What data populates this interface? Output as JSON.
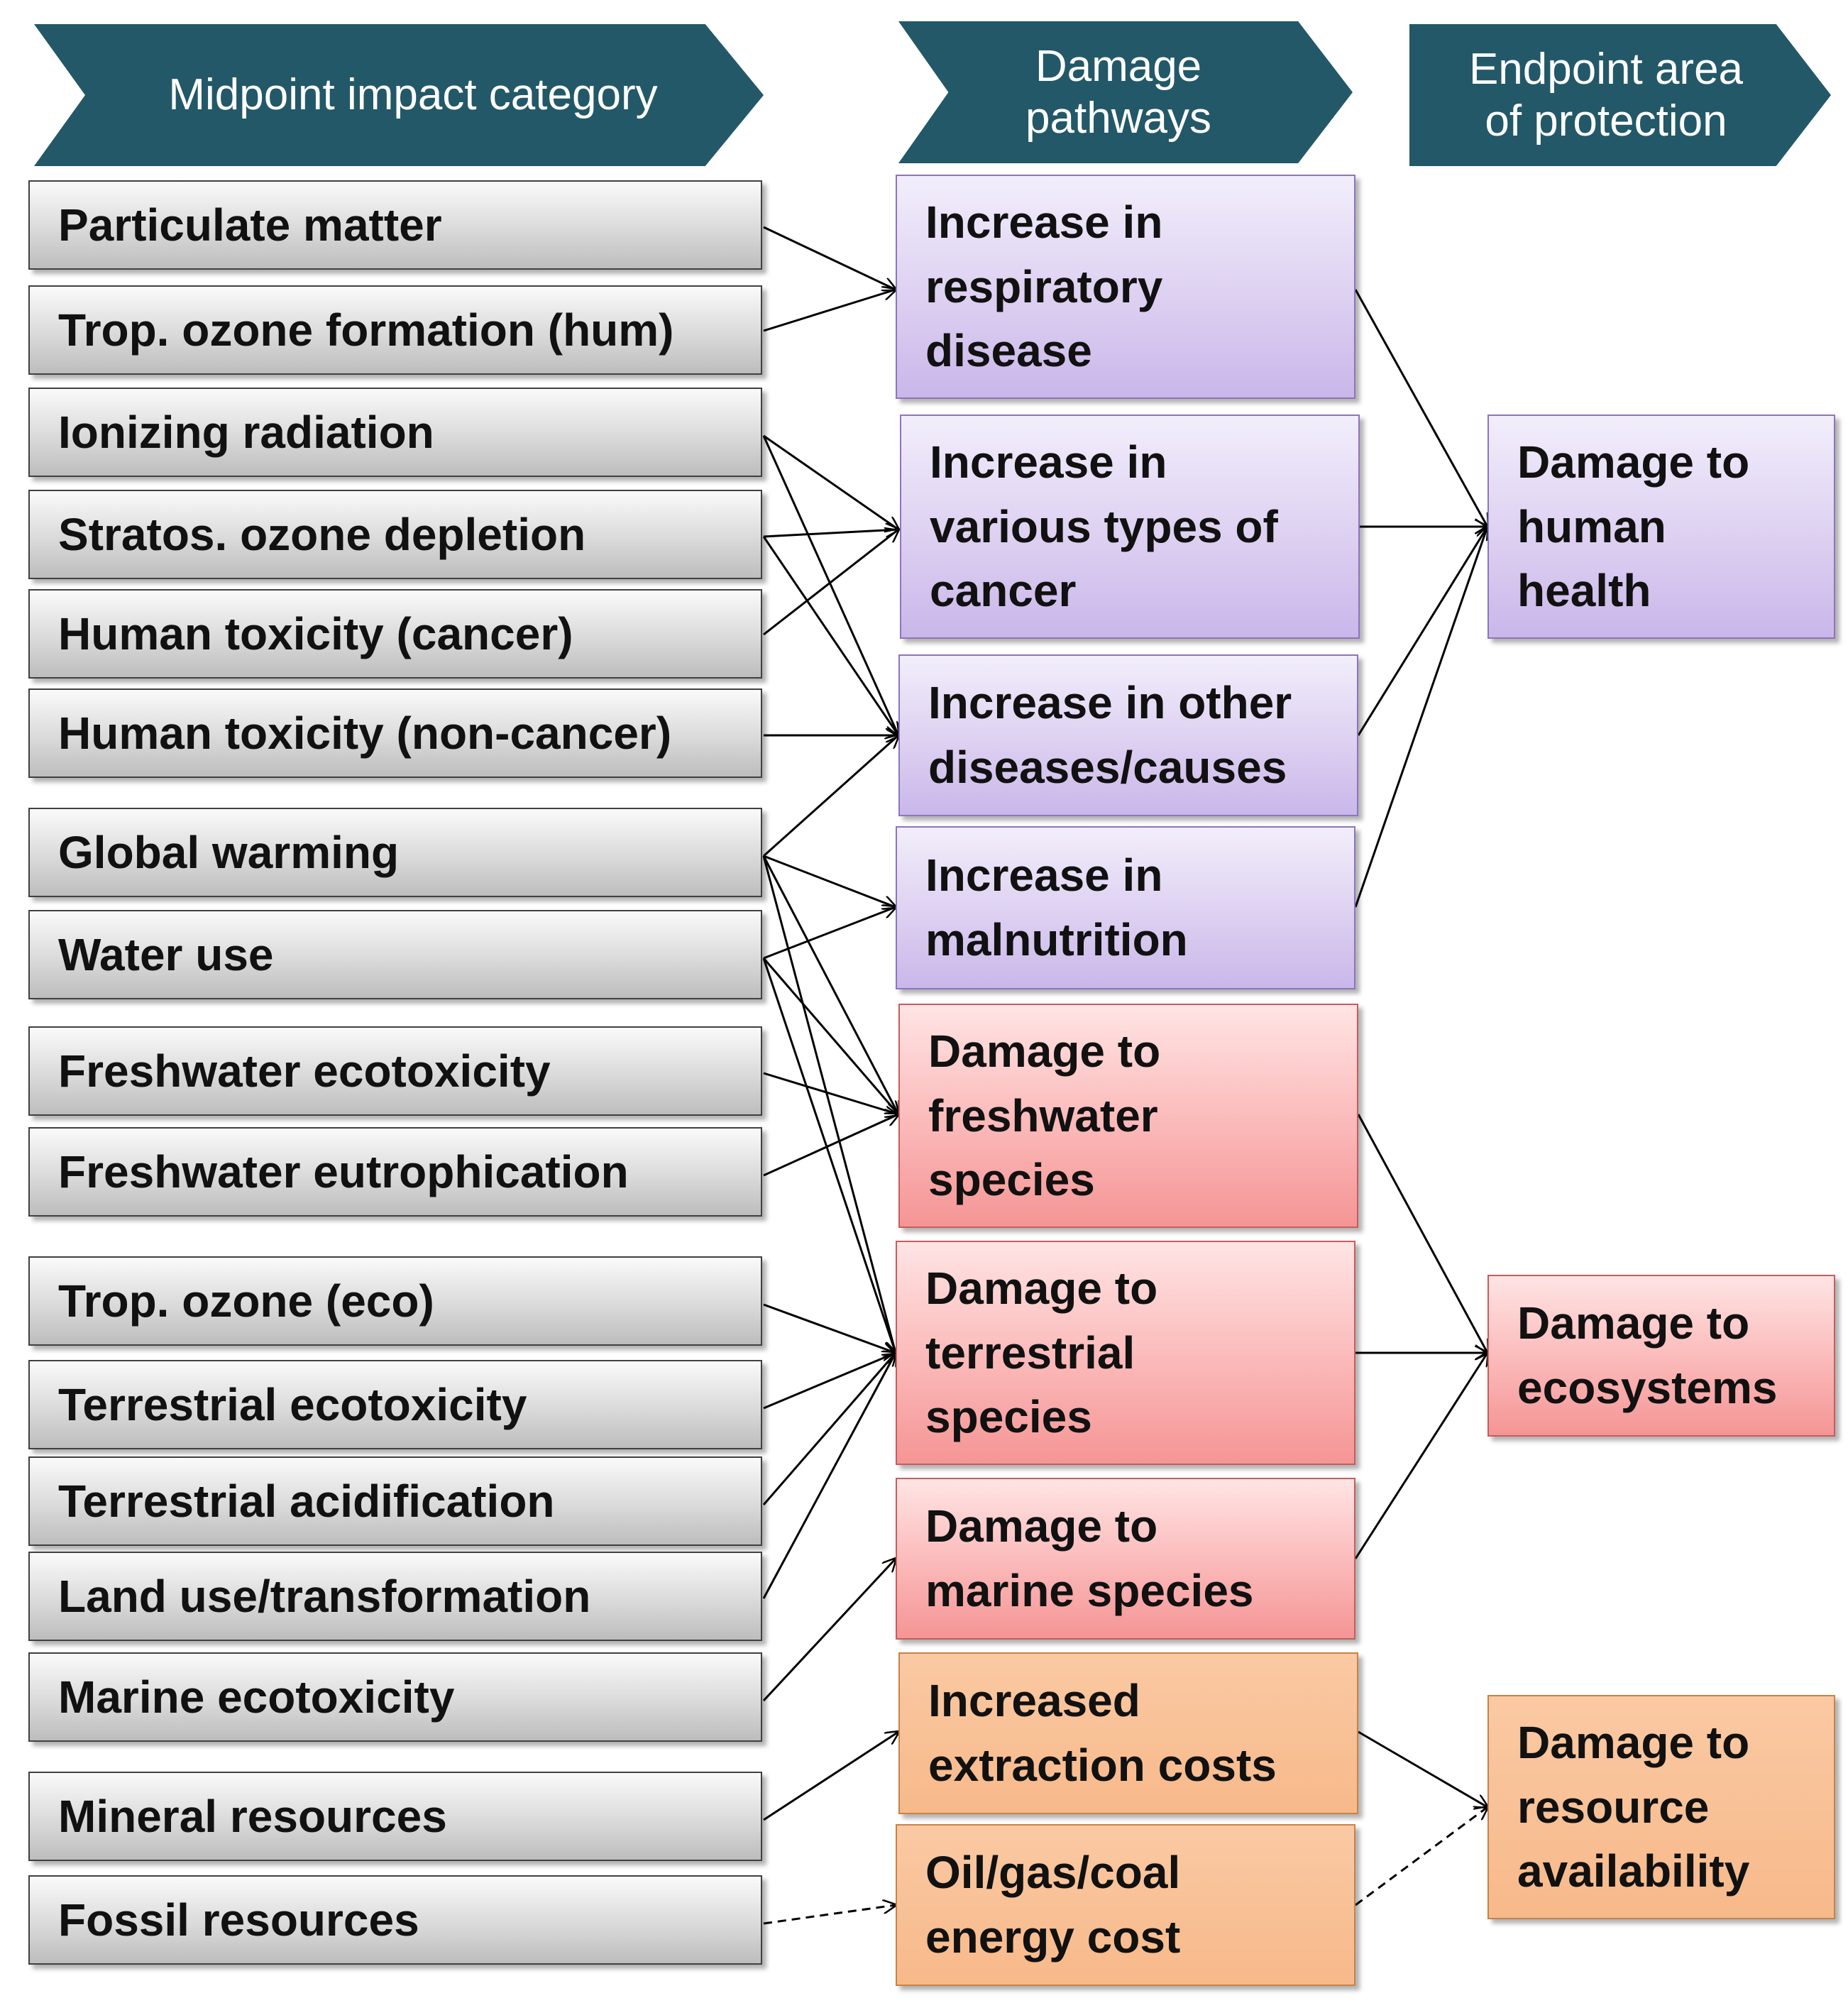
{
  "headers": {
    "midpoint": "Midpoint impact category",
    "pathways": "Damage\npathways",
    "endpoint": "Endpoint area\nof protection"
  },
  "midpoints": [
    "Particulate matter",
    "Trop. ozone formation (hum)",
    "Ionizing radiation",
    "Stratos. ozone depletion",
    "Human toxicity (cancer)",
    "Human toxicity (non-cancer)",
    "Global warming",
    "Water use",
    "Freshwater ecotoxicity",
    "Freshwater eutrophication",
    "Trop. ozone (eco)",
    "Terrestrial ecotoxicity",
    "Terrestrial acidification",
    "Land use/transformation",
    "Marine ecotoxicity",
    "Mineral resources",
    "Fossil resources"
  ],
  "pathways": [
    "Increase in\nrespiratory\ndisease",
    "Increase in\nvarious types of\ncancer",
    "Increase in other\ndiseases/causes",
    "Increase in\nmalnutrition",
    "Damage to\nfreshwater\nspecies",
    "Damage to\nterrestrial\nspecies",
    "Damage to\nmarine species",
    "Increased\nextraction costs",
    "Oil/gas/coal\nenergy cost"
  ],
  "endpoints": [
    "Damage to\nhuman\nhealth",
    "Damage to\necosystems",
    "Damage to\nresource\navailability"
  ],
  "colors": {
    "header": "#235868",
    "human_health": "#d9ccf0",
    "ecosystems": "#f9aaaa",
    "resources": "#f8bf94"
  }
}
